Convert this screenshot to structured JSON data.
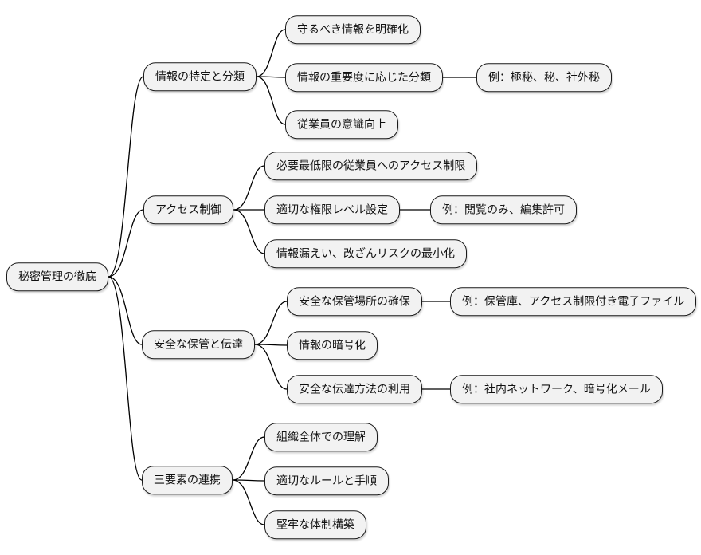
{
  "diagram": {
    "root": "秘密管理の徹底",
    "branches": [
      {
        "label": "情報の特定と分類",
        "children": [
          {
            "label": "守るべき情報を明確化"
          },
          {
            "label": "情報の重要度に応じた分類",
            "example": "例：極秘、秘、社外秘"
          },
          {
            "label": "従業員の意識向上"
          }
        ]
      },
      {
        "label": "アクセス制御",
        "children": [
          {
            "label": "必要最低限の従業員へのアクセス制限"
          },
          {
            "label": "適切な権限レベル設定",
            "example": "例：閲覧のみ、編集許可"
          },
          {
            "label": "情報漏えい、改ざんリスクの最小化"
          }
        ]
      },
      {
        "label": "安全な保管と伝達",
        "children": [
          {
            "label": "安全な保管場所の確保",
            "example": "例：保管庫、アクセス制限付き電子ファイル"
          },
          {
            "label": "情報の暗号化"
          },
          {
            "label": "安全な伝達方法の利用",
            "example": "例：社内ネットワーク、暗号化メール"
          }
        ]
      },
      {
        "label": "三要素の連携",
        "children": [
          {
            "label": "組織全体での理解"
          },
          {
            "label": "適切なルールと手順"
          },
          {
            "label": "堅牢な体制構築"
          }
        ]
      }
    ]
  },
  "colors": {
    "node_fill": "#f2f2f2",
    "node_border": "#1a1a1a",
    "connector": "#000000",
    "background": "#ffffff"
  }
}
